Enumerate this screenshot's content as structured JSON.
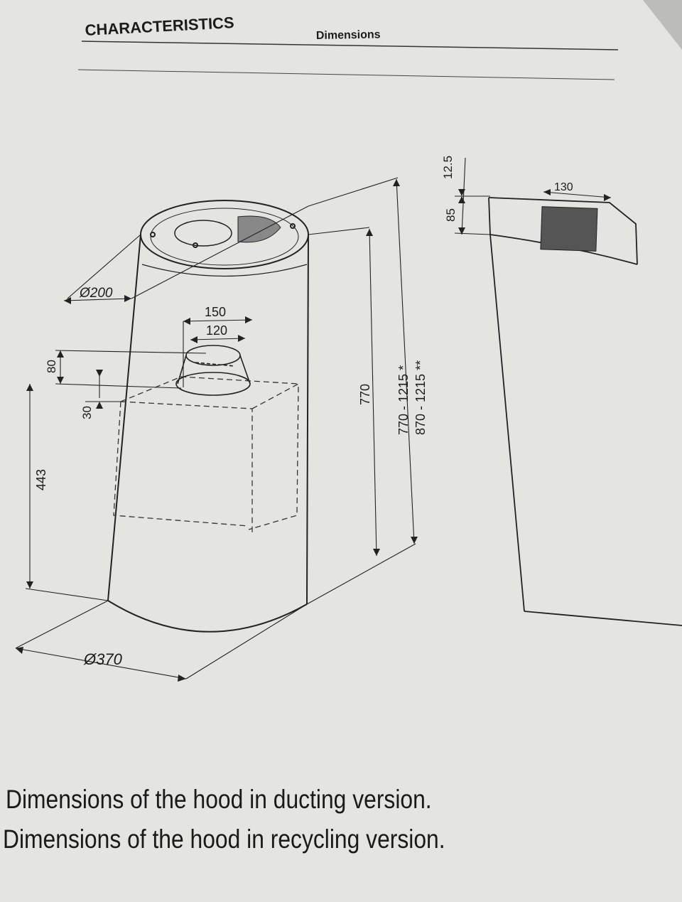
{
  "section_title": "CHARACTERISTICS",
  "subtitle": "Dimensions",
  "dimensions": {
    "dia_top": "Ø200",
    "outlet_150": "150",
    "outlet_120": "120",
    "h80": "80",
    "h30": "30",
    "h443": "443",
    "dia_bottom": "Ø370",
    "h770": "770",
    "range_a": "770 - 1215 *",
    "range_b": "870 - 1215 **",
    "d12_5": "12.5",
    "d85": "85",
    "d130": "130"
  },
  "captions": [
    "Dimensions of the hood in ducting version.",
    "Dimensions of the hood in recycling version."
  ],
  "colors": {
    "paper": "#e4e5e1",
    "ink": "#1c1c1c",
    "background": "#8f9190"
  }
}
